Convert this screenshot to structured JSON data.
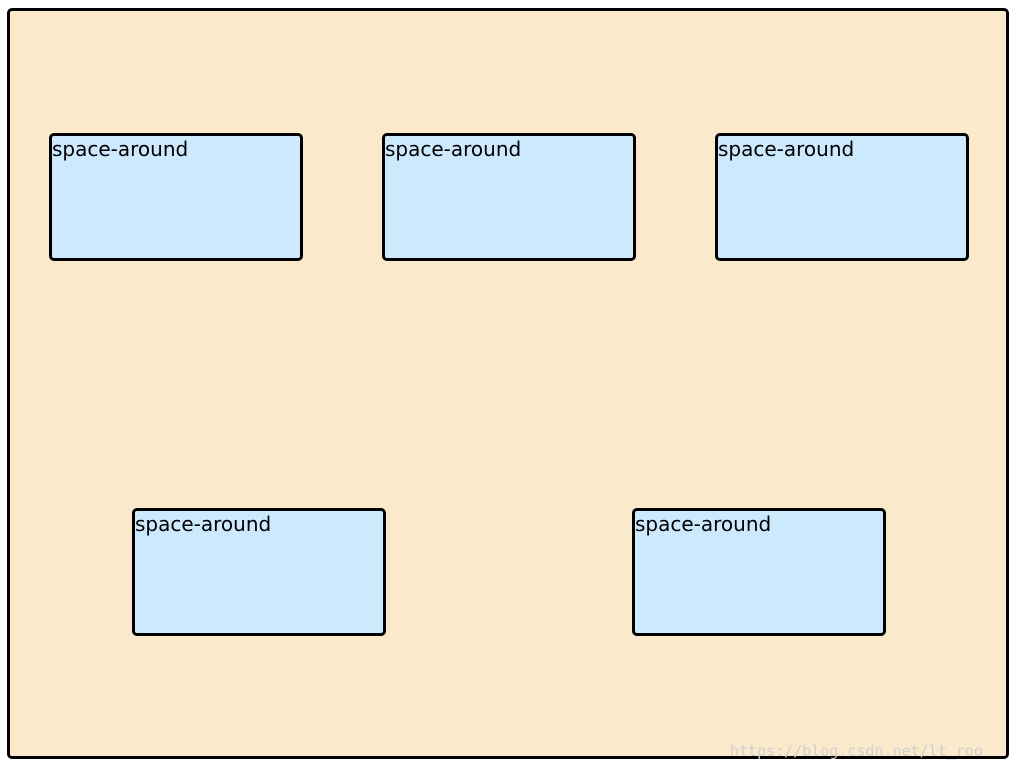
{
  "items": [
    {
      "label": "space-around"
    },
    {
      "label": "space-around"
    },
    {
      "label": "space-around"
    },
    {
      "label": "space-around"
    },
    {
      "label": "space-around"
    }
  ],
  "watermark": "https://blog.csdn.net/lt_roo",
  "colors": {
    "container_background": "#fae9ca",
    "item_background": "#cce9fe",
    "border": "#000000"
  }
}
